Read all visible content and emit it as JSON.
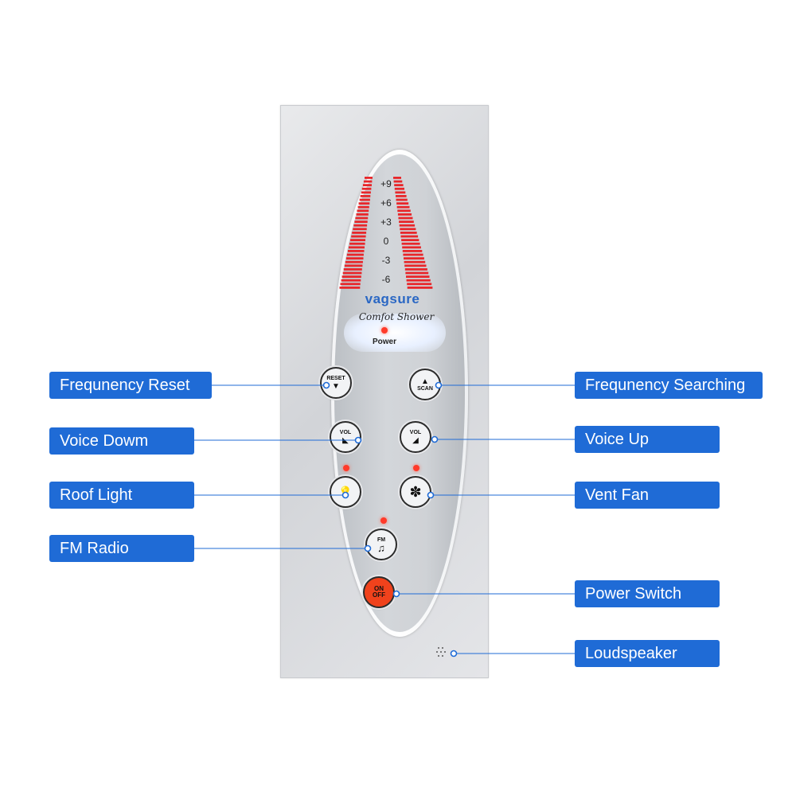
{
  "panel": {
    "brand": "vagsure",
    "subtitle": "Comfot Shower",
    "power_label": "Power",
    "scale_ticks": [
      "+9",
      "+6",
      "+3",
      "0",
      "-3",
      "-6"
    ],
    "indicator_color": "#ff3a2a",
    "bar_color": "#e8262a"
  },
  "buttons": {
    "reset": {
      "text": "RESET",
      "glyph": "▼"
    },
    "scan": {
      "text": "SCAN",
      "glyph": "▲"
    },
    "vol_down": {
      "text": "VOL",
      "glyph": "◢"
    },
    "vol_up": {
      "text": "VOL",
      "glyph": "◢"
    },
    "roof_light": {
      "glyph": "💡"
    },
    "vent_fan": {
      "glyph": "✽"
    },
    "fm_radio": {
      "text": "FM",
      "glyph": "♫"
    },
    "power": {
      "text_top": "ON",
      "text_bottom": "OFF"
    }
  },
  "labels": {
    "frequency_reset": "Frequnency Reset",
    "frequency_searching": "Frequnency Searching",
    "voice_down": "Voice Dowm",
    "voice_up": "Voice Up",
    "roof_light": "Roof Light",
    "vent_fan": "Vent Fan",
    "fm_radio": "FM Radio",
    "power_switch": "Power Switch",
    "loudspeaker": "Loudspeaker"
  },
  "colors": {
    "label_bg": "#1f6bd6",
    "label_text": "#ffffff",
    "connector": "#1f6bd6",
    "power_button": "#f0421c"
  }
}
